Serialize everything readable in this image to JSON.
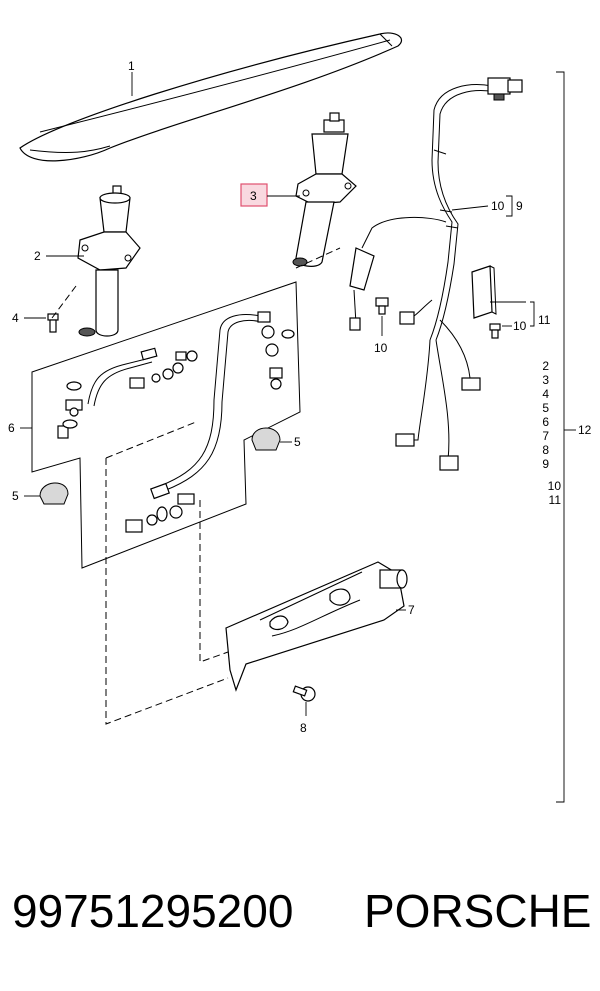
{
  "diagram": {
    "callouts": {
      "c1": "1",
      "c2": "2",
      "c3": "3",
      "c4": "4",
      "c5a": "5",
      "c5b": "5",
      "c6": "6",
      "c7": "7",
      "c8": "8",
      "c9": "9",
      "c10a": "10",
      "c10b": "10",
      "c10c": "10",
      "c11": "11",
      "c12": "12"
    },
    "kit_list": [
      "2",
      "3",
      "4",
      "5",
      "6",
      "7",
      "8",
      "9",
      "10",
      "11"
    ],
    "highlight_color": "#e0506f"
  },
  "footer": {
    "part_number": "99751295200",
    "brand": "PORSCHE"
  }
}
